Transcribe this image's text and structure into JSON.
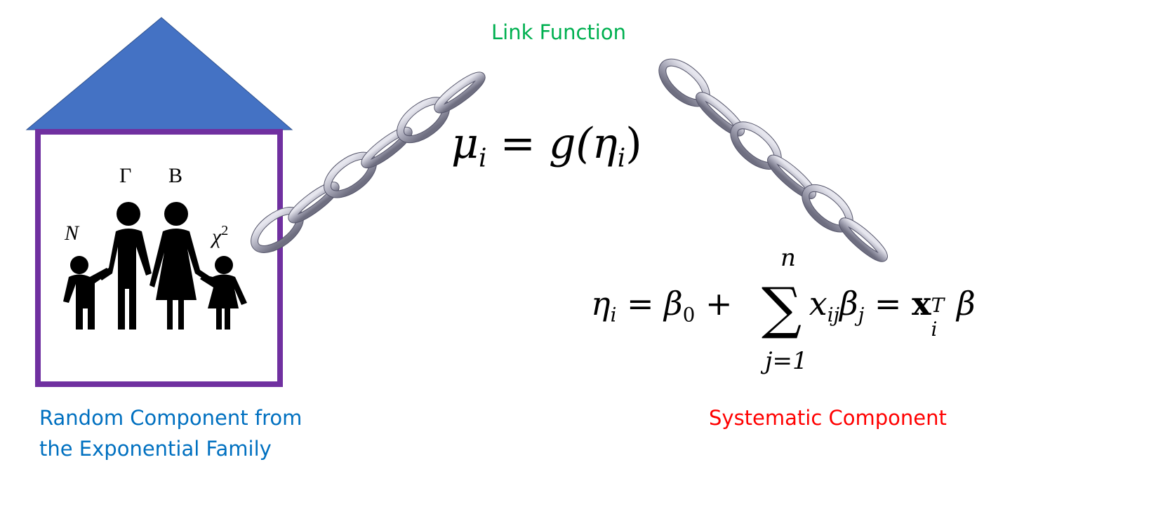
{
  "title": "Link Function",
  "link_equation": {
    "lhs": "μ",
    "lhs_sub": "i",
    "eq": "=",
    "func": "g(η",
    "func_sub": "i",
    "close": ")"
  },
  "systematic_equation": {
    "eta": "η",
    "eta_sub": "i",
    "eq1": "= β",
    "beta0_sub": "0",
    "plus": "+",
    "sum_symbol": "∑",
    "sum_upper": "n",
    "sum_lower": "j=1",
    "term": "x",
    "term_sub": "ij",
    "beta": "β",
    "beta_sub": "j",
    "eq2": "=",
    "x_bold": "x",
    "x_sub": "i",
    "x_sup": "T",
    "beta_end": "β"
  },
  "distributions": {
    "normal": "N",
    "gamma": "Γ",
    "beta": "B",
    "chi": "χ",
    "chi_sup": "2"
  },
  "labels": {
    "random_line1": "Random Component from",
    "random_line2": "the Exponential Family",
    "systematic": "Systematic Component"
  },
  "colors": {
    "roof": "#4472c4",
    "house": "#7030a0",
    "link_title": "#00b050",
    "random": "#0070c0",
    "systematic": "#ff0000"
  }
}
